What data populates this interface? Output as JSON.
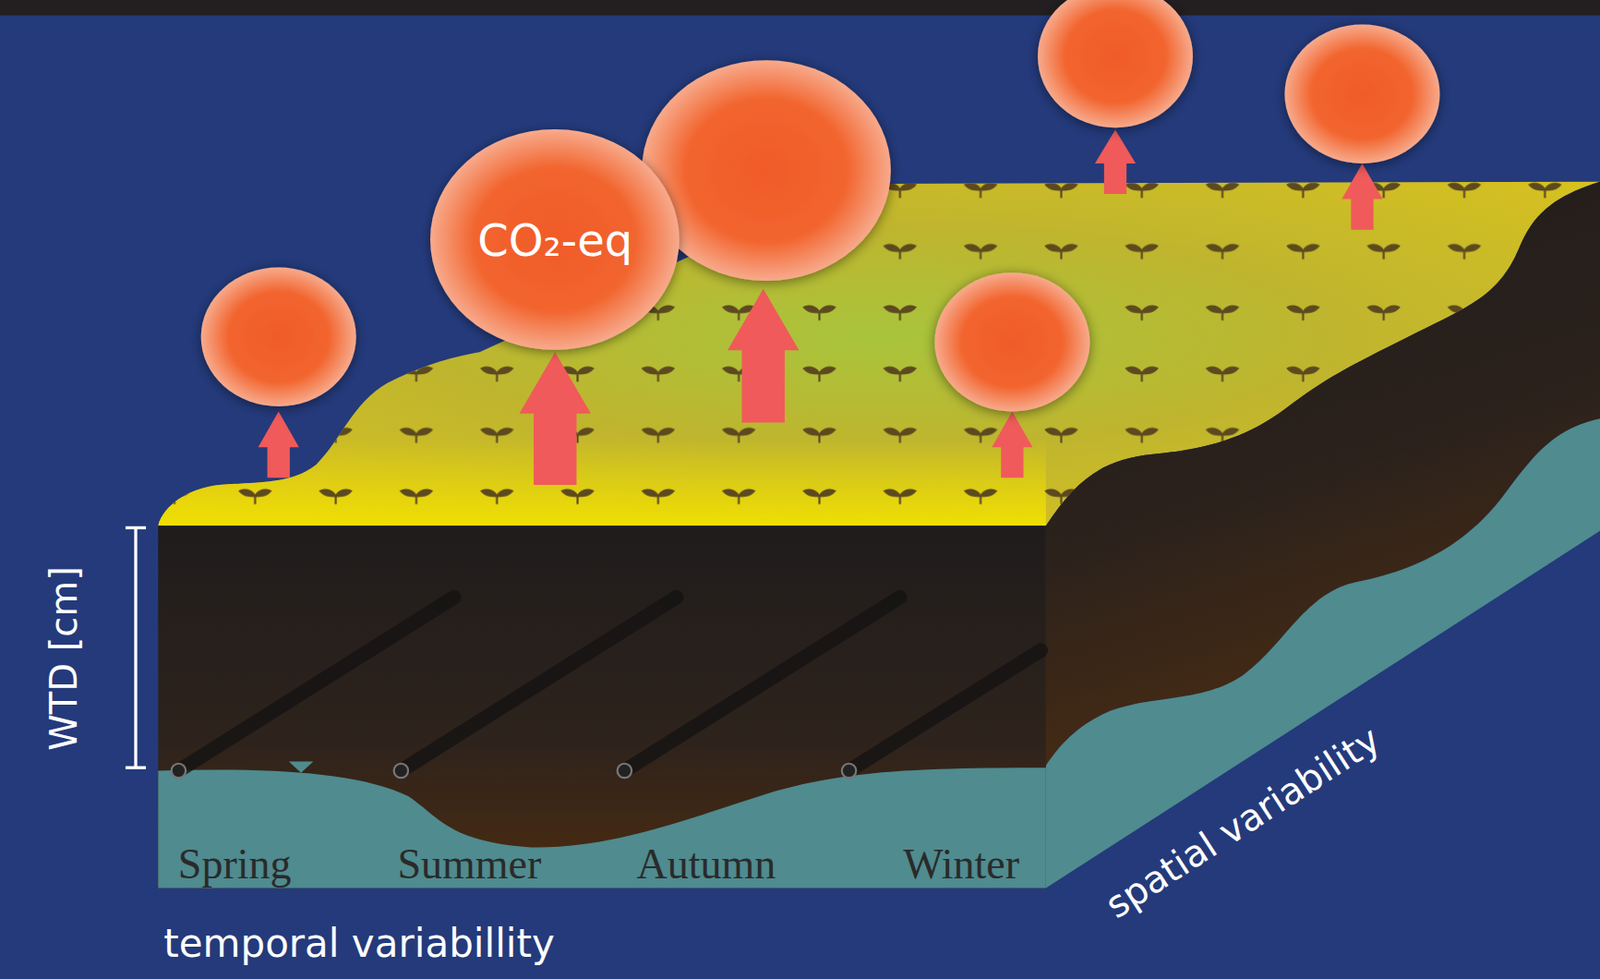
{
  "diagram": {
    "nodes": [
      {
        "text": [
          "CO₂-eq"
        ]
      }
    ],
    "labels": [
      "WTD [cm]",
      "Spring",
      "Summer",
      "Autumn",
      "Winter",
      "temporal variabillity",
      "spatial variability"
    ]
  }
}
